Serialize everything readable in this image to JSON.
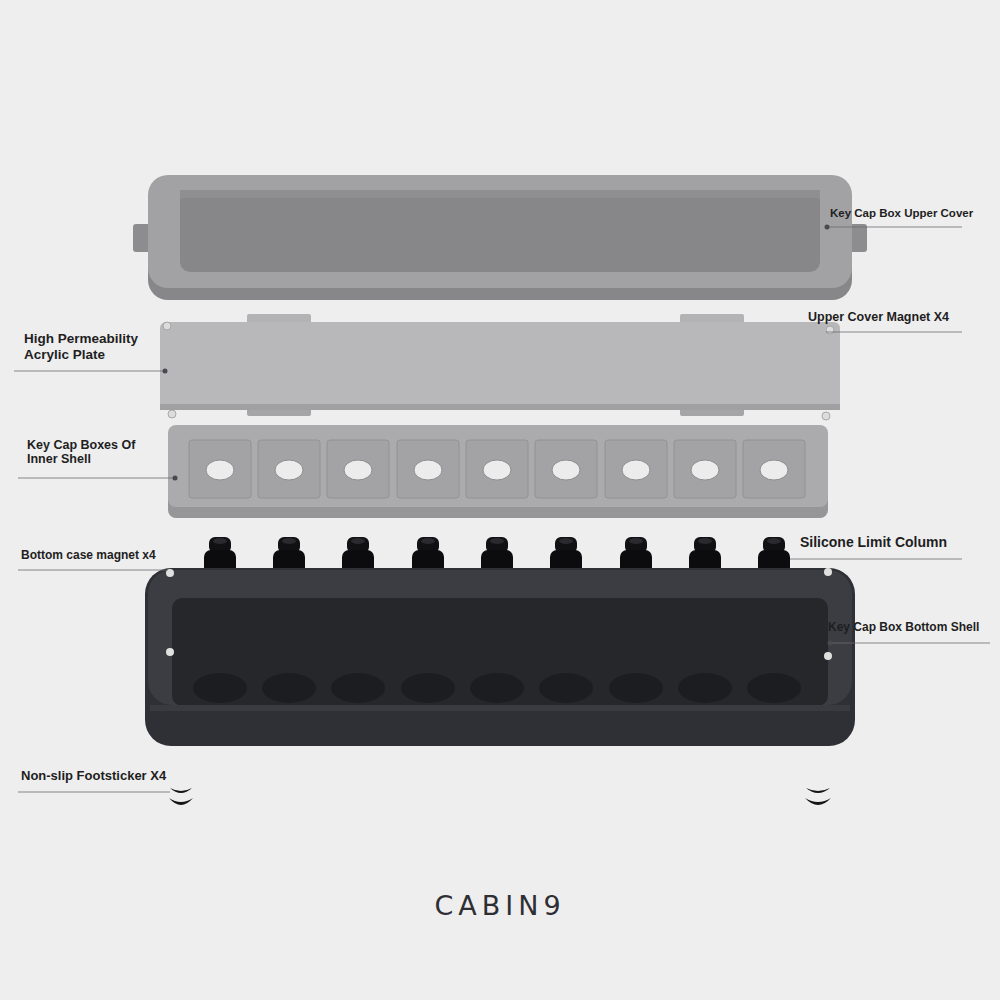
{
  "diagram": {
    "labels": [
      "Key Cap Box Upper Cover",
      "High Permeability Acrylic Plate",
      "Upper Cover Magnet X4",
      "Key Cap Boxes Of Inner Shell",
      "Bottom case magnet x4",
      "Silicone Limit Column",
      "Key Cap Box Bottom Shell",
      "Non-slip Footsticker X4",
      "CABIN9"
    ]
  }
}
